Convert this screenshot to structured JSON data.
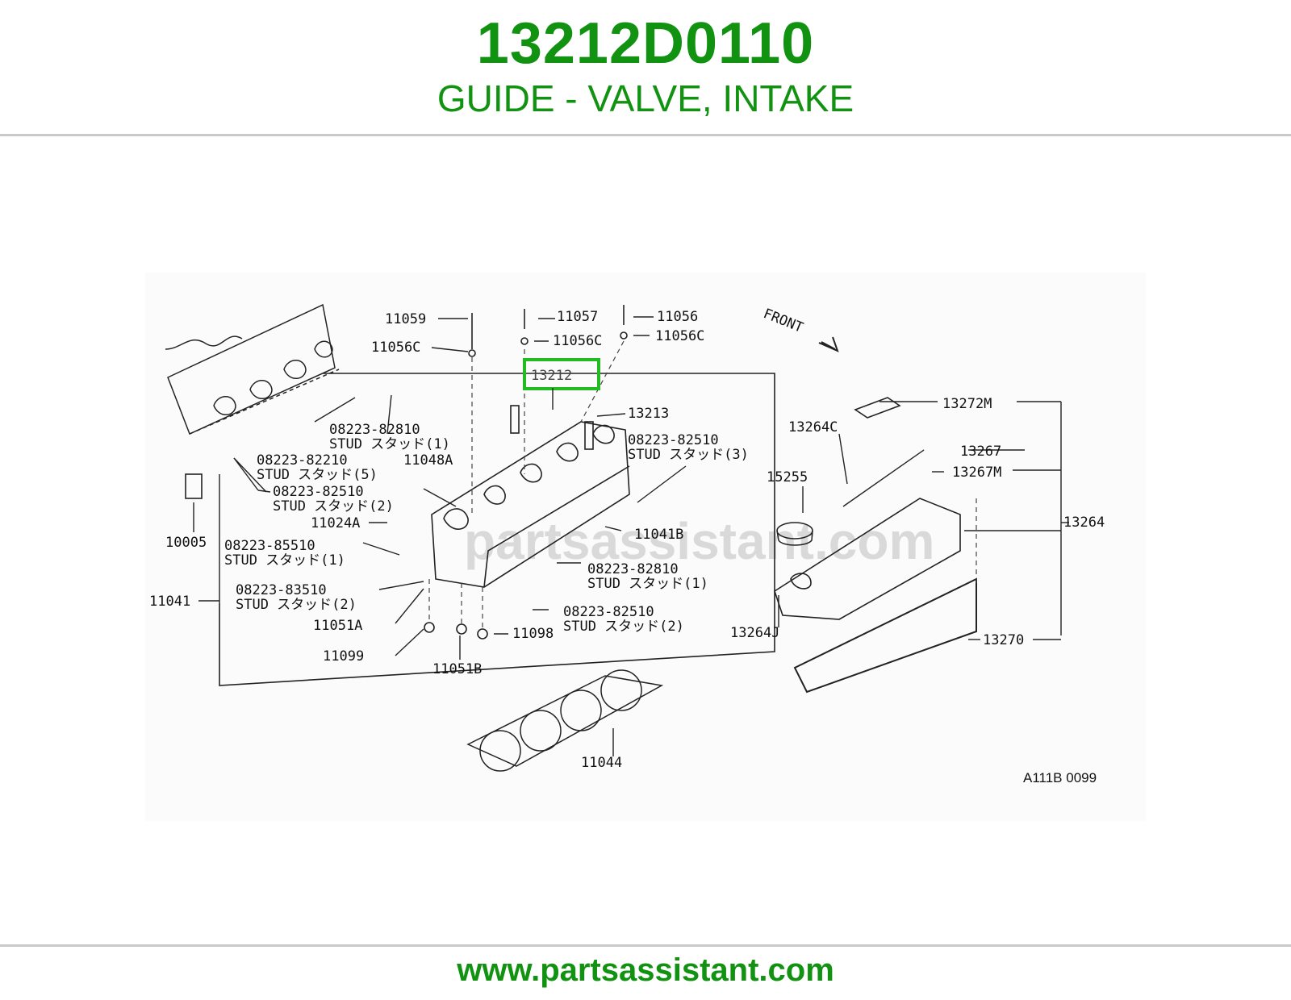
{
  "header": {
    "part_number": "13212D0110",
    "description": "GUIDE - VALVE, INTAKE"
  },
  "diagram": {
    "highlight_color": "#22bb22",
    "watermark": "partsassistant.com",
    "front_label": "FRONT",
    "code": "A111B 0099",
    "callouts": {
      "c11059": "11059",
      "c11057": "11057",
      "c11056": "11056",
      "c11056c_a": "11056C",
      "c11056c_b": "11056C",
      "c11056c_c": "11056C",
      "c13212": "13212",
      "c13213": "13213",
      "s1_num": "08223-82810",
      "s1_txt": "STUD スタッド(1)",
      "s2_num": "08223-82210",
      "s2_txt": "STUD スタッド(5)",
      "s3_num": "08223-82510",
      "s3_txt": "STUD スタッド(2)",
      "s4_num": "08223-82510",
      "s4_txt": "STUD スタッド(3)",
      "c11048a": "11048A",
      "c10005": "10005",
      "c11024a": "11024A",
      "s5_num": "08223-85510",
      "s5_txt": "STUD スタッド(1)",
      "c11041b": "11041B",
      "s6_num": "08223-82810",
      "s6_txt": "STUD スタッド(1)",
      "s7_num": "08223-83510",
      "s7_txt": "STUD スタッド(2)",
      "c11041": "11041",
      "s8_num": "08223-82510",
      "s8_txt": "STUD スタッド(2)",
      "c11051a": "11051A",
      "c11098": "11098",
      "c11099": "11099",
      "c11051b": "11051B",
      "c11044": "11044",
      "c13272m": "13272M",
      "c13264c": "13264C",
      "c13267": "13267",
      "c15255": "15255",
      "c13267m": "13267M",
      "c13264": "13264",
      "c13264j": "13264J",
      "c13270": "13270"
    }
  },
  "footer": {
    "url": "www.partsassistant.com"
  }
}
